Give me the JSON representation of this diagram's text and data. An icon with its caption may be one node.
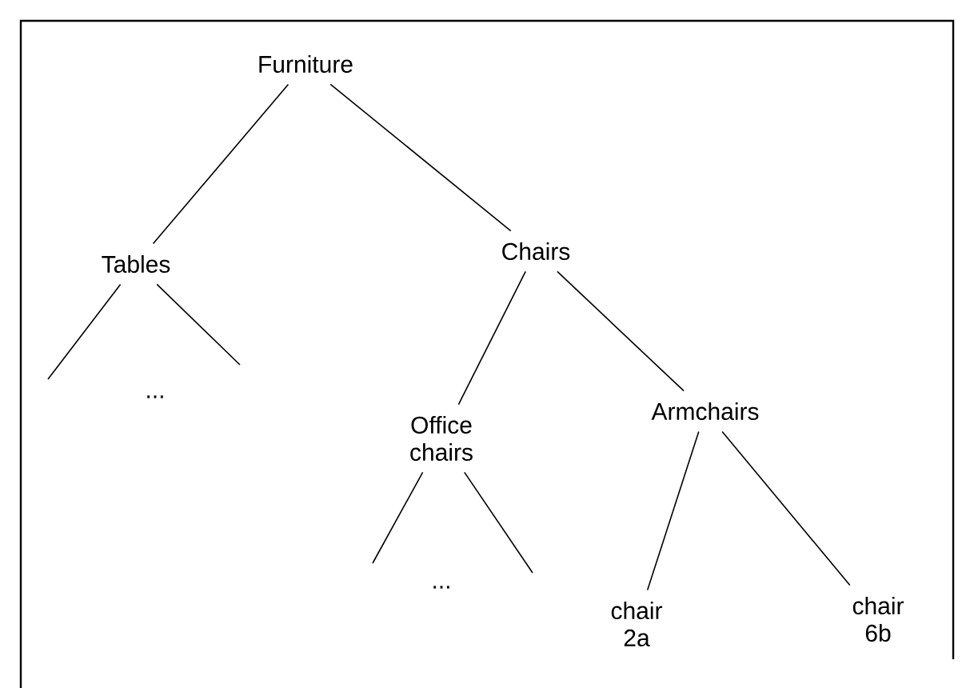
{
  "diagram": {
    "nodes": [
      {
        "text": [
          "Furniture"
        ]
      },
      {
        "text": [
          "Tables"
        ]
      },
      {
        "text": [
          "Chairs"
        ]
      },
      {
        "text": [
          "Office chairs"
        ]
      },
      {
        "text": [
          "Armchairs"
        ]
      },
      {
        "text": [
          "chair 2a"
        ]
      },
      {
        "text": [
          "chair 6b"
        ]
      }
    ],
    "edges": [
      {
        "from": 0,
        "to": 1,
        "arrow": "none"
      },
      {
        "from": 0,
        "to": 2,
        "arrow": "none"
      },
      {
        "from": 1,
        "to": null,
        "arrow": "none"
      },
      {
        "from": 1,
        "to": null,
        "arrow": "none"
      },
      {
        "from": 2,
        "to": 3,
        "arrow": "none"
      },
      {
        "from": 2,
        "to": 4,
        "arrow": "none"
      },
      {
        "from": 3,
        "to": null,
        "arrow": "none"
      },
      {
        "from": 3,
        "to": null,
        "arrow": "none"
      },
      {
        "from": 4,
        "to": 5,
        "arrow": "none"
      },
      {
        "from": 4,
        "to": 6,
        "arrow": "none"
      }
    ],
    "labels": [
      "...",
      "..."
    ]
  }
}
